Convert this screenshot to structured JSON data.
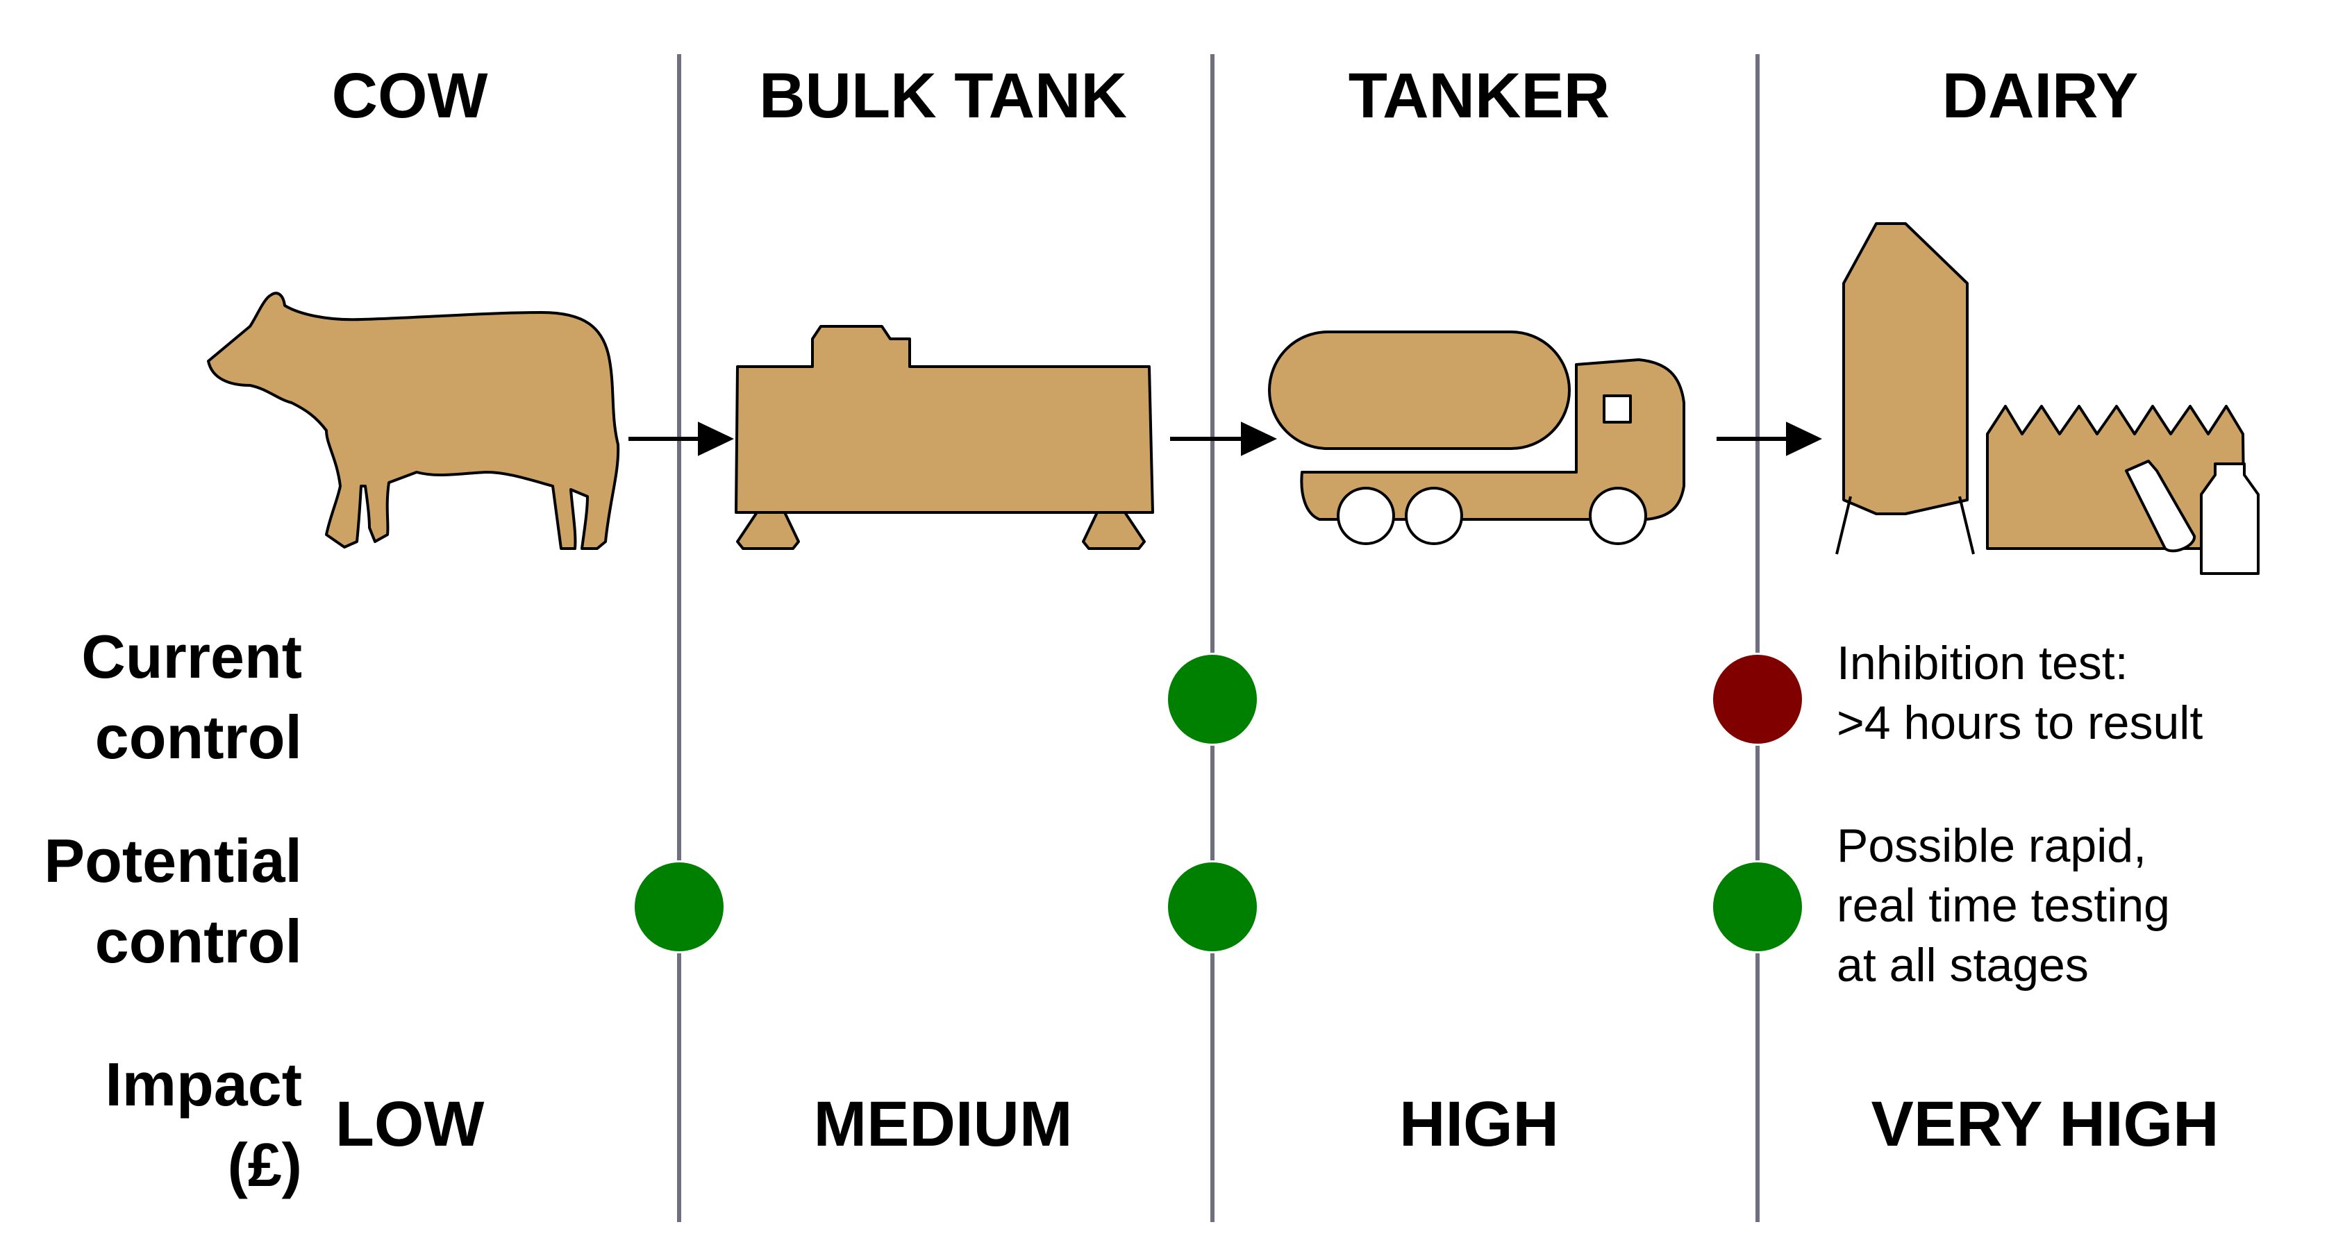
{
  "stages": [
    {
      "heading": "COW",
      "impact": "LOW"
    },
    {
      "heading": "BULK TANK",
      "impact": "MEDIUM"
    },
    {
      "heading": "TANKER",
      "impact": "HIGH"
    },
    {
      "heading": "DAIRY",
      "impact": "VERY HIGH"
    }
  ],
  "rows": {
    "current": [
      "Current",
      "control"
    ],
    "potential": [
      "Potential",
      "control"
    ],
    "impact": [
      "Impact",
      "(£)"
    ]
  },
  "notes": {
    "current": [
      "Inhibition test:",
      ">4 hours to result"
    ],
    "potential": [
      "Possible rapid,",
      "real time testing",
      "at all stages"
    ]
  },
  "colors": {
    "illustration_fill": "#CDA265",
    "divider": "#6F6F7F",
    "control_available": "#008000",
    "control_slow": "#800000"
  },
  "icons": [
    "cow-icon",
    "bulk-tank-icon",
    "tanker-truck-icon",
    "dairy-plant-icon",
    "arrow-right-icon"
  ]
}
